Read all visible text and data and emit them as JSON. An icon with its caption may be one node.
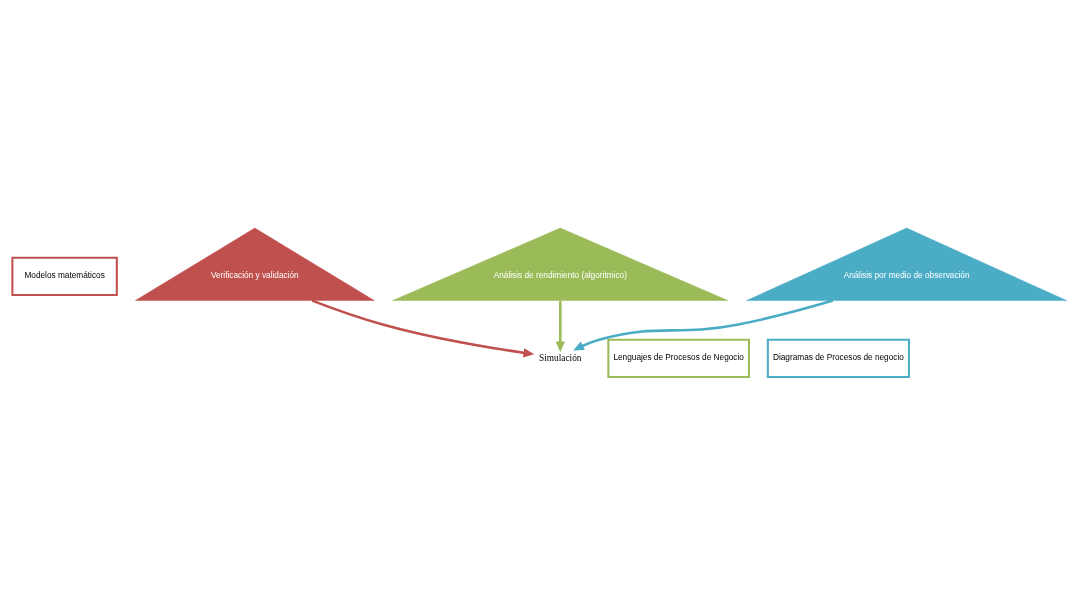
{
  "diagram": {
    "nodes": [
      {
        "text": [
          "Modelos matemáticos"
        ]
      },
      {
        "text": [
          "Verificación y validación"
        ]
      },
      {
        "text": [
          "Lenguajes de Procesos de Negocio"
        ]
      },
      {
        "text": [
          "Simulación"
        ]
      },
      {
        "text": [
          "Análisis de rendimiento (algoritmico)"
        ]
      },
      {
        "text": [
          "Análisis por medio de observación"
        ]
      },
      {
        "text": [
          "Diagramas de Procesos de negocio"
        ]
      }
    ],
    "edges": [
      {
        "from": 1,
        "to": 3,
        "arrow": "to",
        "color": "#c0504d"
      },
      {
        "from": 4,
        "to": 3,
        "arrow": "to",
        "color": "#9bbb59"
      },
      {
        "from": 5,
        "to": 3,
        "arrow": "to",
        "color": "#4bacc6"
      }
    ]
  }
}
